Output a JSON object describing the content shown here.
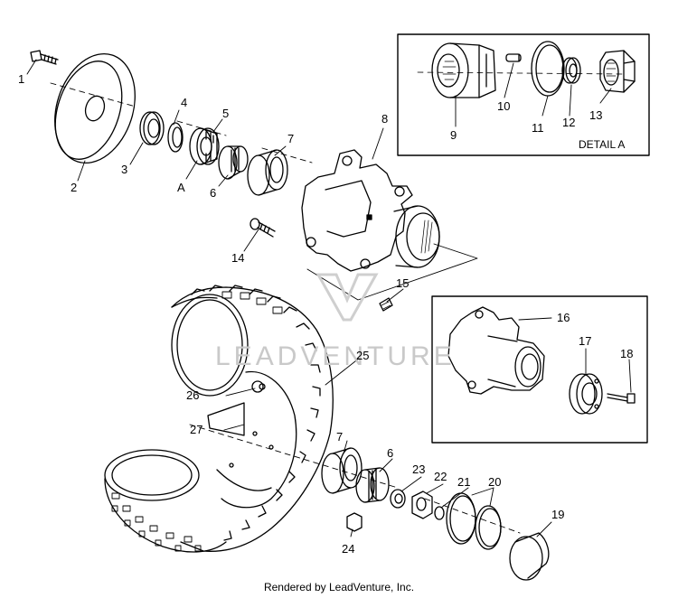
{
  "labels": {
    "p1": "1",
    "p2": "2",
    "p3": "3",
    "p4": "4",
    "p5": "5",
    "pA": "A",
    "p6": "6",
    "p7": "7",
    "p8": "8",
    "p9": "9",
    "p10": "10",
    "p11": "11",
    "p12": "12",
    "p13": "13",
    "p14": "14",
    "p15": "15",
    "p16": "16",
    "p17": "17",
    "p18": "18",
    "p19": "19",
    "p20": "20",
    "p21": "21",
    "p22": "22",
    "p23": "23",
    "p24": "24",
    "p25": "25",
    "p26": "26",
    "p27": "27",
    "p6b": "6",
    "p7b": "7"
  },
  "detail_a_label": "DETAIL A",
  "watermark": "LEADVENTURE",
  "footer": "Rendered by LeadVenture, Inc."
}
